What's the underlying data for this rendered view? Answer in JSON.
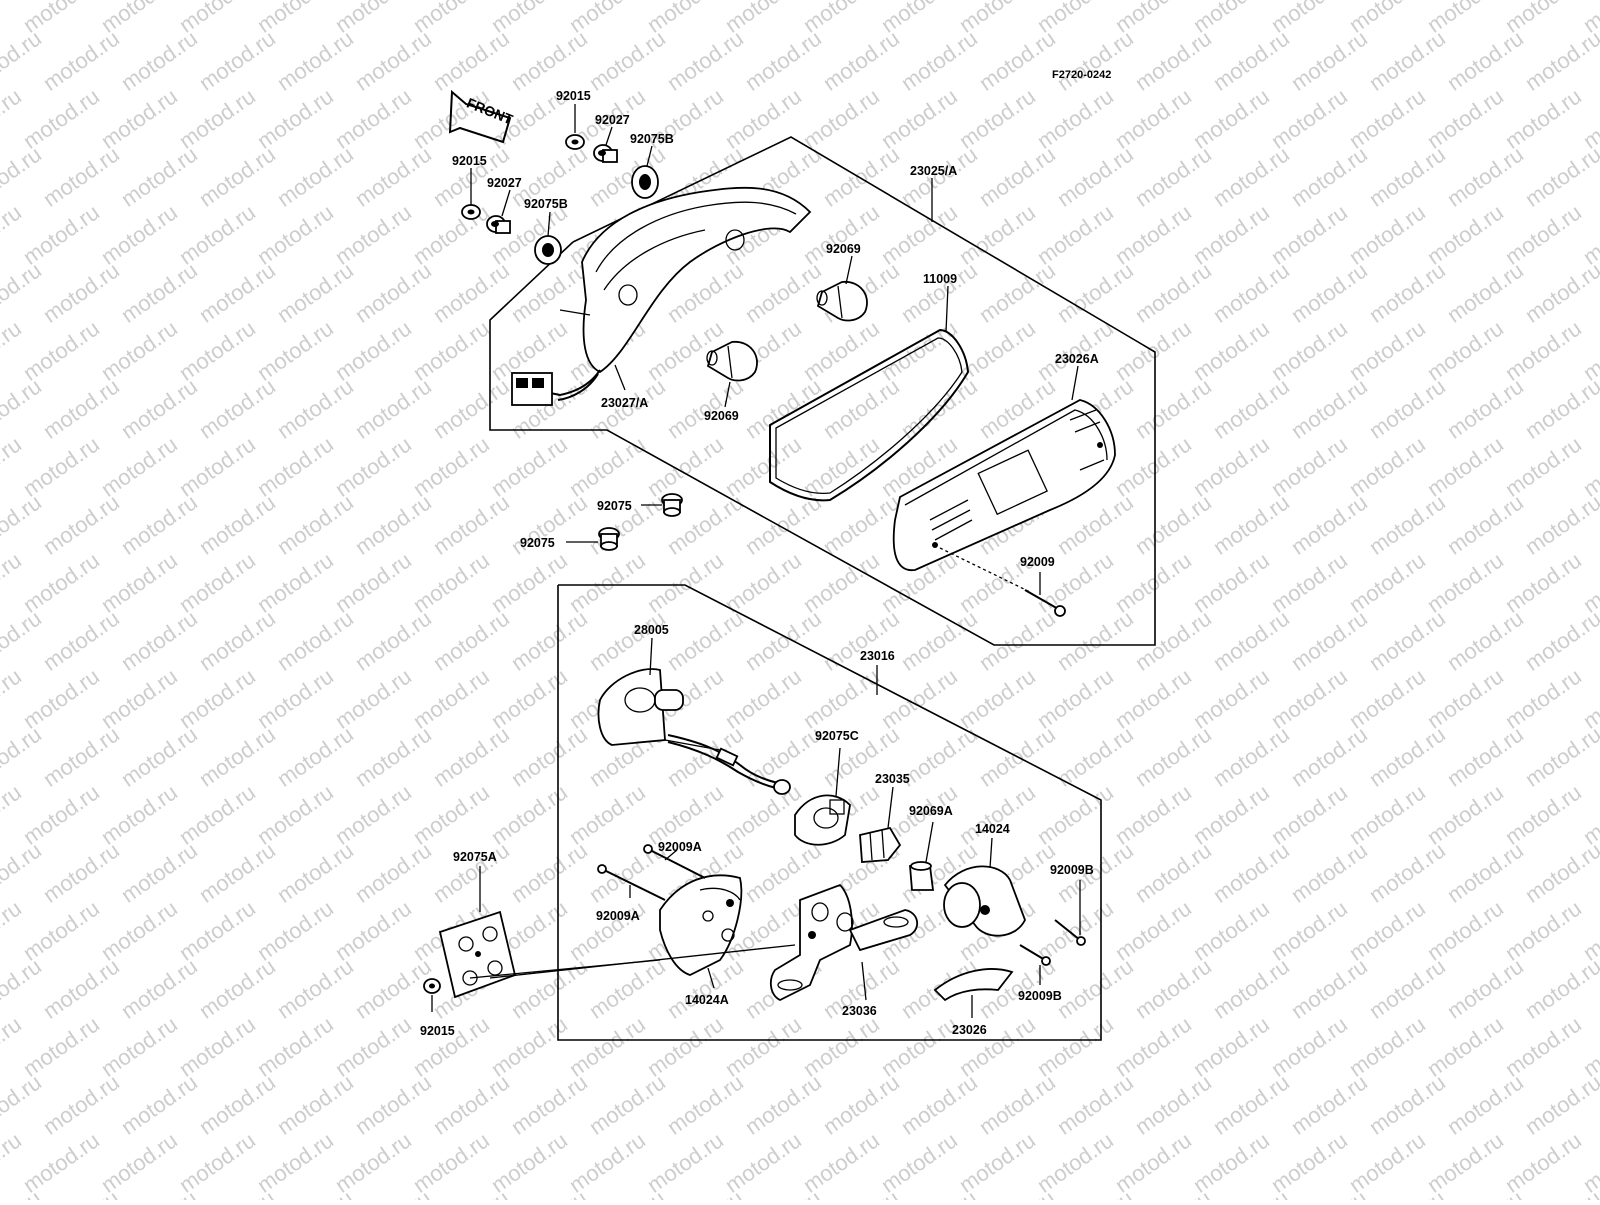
{
  "diagram": {
    "code": "F2720-0242",
    "front_arrow": "FRONT",
    "watermark": "motod.ru",
    "labels": {
      "p92015_a": "92015",
      "p92027_a": "92027",
      "p92075B_a": "92075B",
      "p92015_b": "92015",
      "p92027_b": "92027",
      "p92075B_b": "92075B",
      "p23025A": "23025/A",
      "p92069_a": "92069",
      "p11009": "11009",
      "p23026A": "23026A",
      "p23027A": "23027/A",
      "p92069_b": "92069",
      "p92075_a": "92075",
      "p92075_b": "92075",
      "p92009": "92009",
      "p28005": "28005",
      "p23016": "23016",
      "p92075C": "92075C",
      "p23035": "23035",
      "p92069A": "92069A",
      "p14024": "14024",
      "p92009A_a": "92009A",
      "p92009A_b": "92009A",
      "p92075A": "92075A",
      "p92009B_a": "92009B",
      "p92009B_b": "92009B",
      "p14024A": "14024A",
      "p23036": "23036",
      "p23026": "23026",
      "p92015_c": "92015"
    }
  }
}
